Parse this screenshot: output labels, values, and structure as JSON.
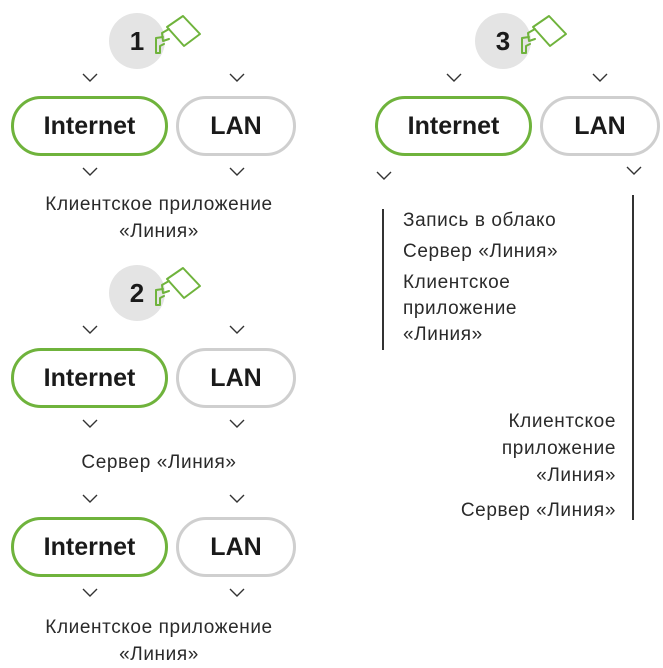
{
  "scheme1": {
    "number": "1",
    "internet_label": "Internet",
    "lan_label": "LAN",
    "client_app_line1": "Клиентское приложение",
    "client_app_line2": "«Линия»"
  },
  "scheme2": {
    "number": "2",
    "internet_label": "Internet",
    "lan_label": "LAN",
    "server_label": "Сервер «Линия»",
    "internet_label_2": "Internet",
    "lan_label_2": "LAN",
    "client_app_line1": "Клиентское приложение",
    "client_app_line2": "«Линия»"
  },
  "scheme3": {
    "number": "3",
    "internet_label": "Internet",
    "lan_label": "LAN",
    "internet_branch": {
      "cloud_record": "Запись в облако",
      "server": "Сервер «Линия»",
      "client_line1": "Клиентское",
      "client_line2": "приложение",
      "client_line3": "«Линия»"
    },
    "lan_branch": {
      "client_line1": "Клиентское",
      "client_line2": "приложение",
      "client_line3": "«Линия»",
      "server": "Сервер «Линия»"
    }
  },
  "colors": {
    "internet_border": "#6fb33c",
    "lan_border": "#cfcfcf",
    "badge_bg": "#e4e4e4",
    "camera_stroke": "#6fb33c"
  },
  "icons": {
    "camera": "security-camera-icon",
    "chevron": "chevron-down-icon"
  }
}
